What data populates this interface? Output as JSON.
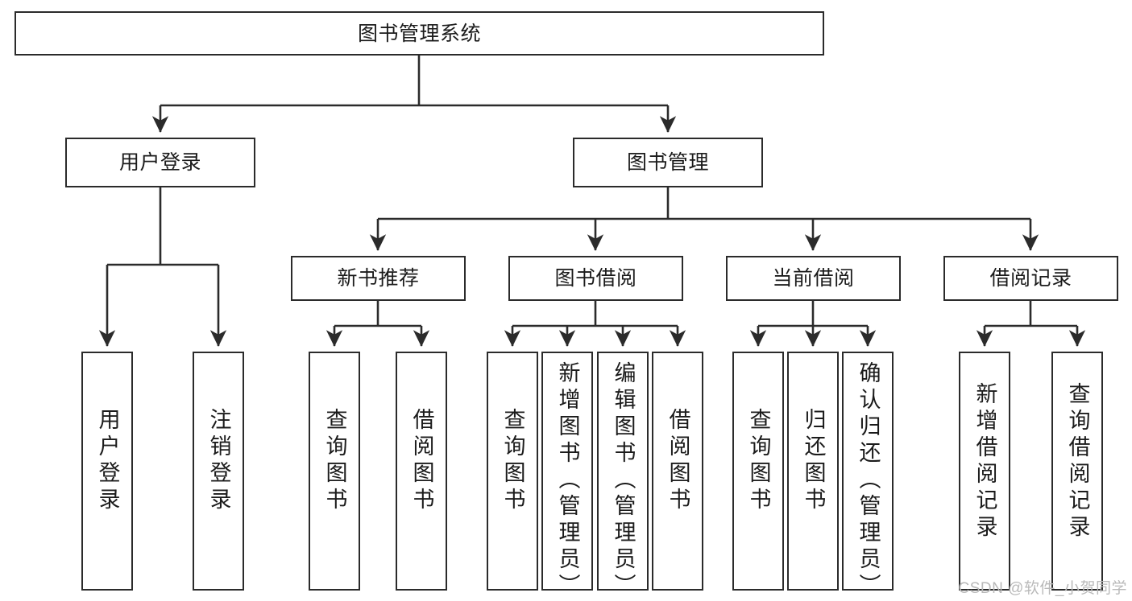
{
  "diagram": {
    "type": "tree",
    "title": "图书管理系统",
    "root": {
      "label": "图书管理系统"
    },
    "level2": [
      {
        "label": "用户登录"
      },
      {
        "label": "图书管理"
      }
    ],
    "level3": [
      {
        "label": "新书推荐"
      },
      {
        "label": "图书借阅"
      },
      {
        "label": "当前借阅"
      },
      {
        "label": "借阅记录"
      }
    ],
    "leaves": {
      "user_login": [
        {
          "label": "用户登录"
        },
        {
          "label": "注销登录"
        }
      ],
      "new_book_recommend": [
        {
          "label": "查询图书"
        },
        {
          "label": "借阅图书"
        }
      ],
      "book_borrow": [
        {
          "label": "查询图书"
        },
        {
          "label": "新增图书（管理员）"
        },
        {
          "label": "编辑图书（管理员）"
        },
        {
          "label": "借阅图书"
        }
      ],
      "current_borrow": [
        {
          "label": "查询图书"
        },
        {
          "label": "归还图书"
        },
        {
          "label": "确认归还（管理员）"
        }
      ],
      "borrow_record": [
        {
          "label": "新增借阅记录"
        },
        {
          "label": "查询借阅记录"
        }
      ]
    }
  },
  "watermark": {
    "text": "CSDN @软件_小贺同学"
  },
  "colors": {
    "stroke": "#2b2b2b",
    "background": "#ffffff",
    "text": "#1b1b1b",
    "watermark": "#b9b9b9"
  }
}
